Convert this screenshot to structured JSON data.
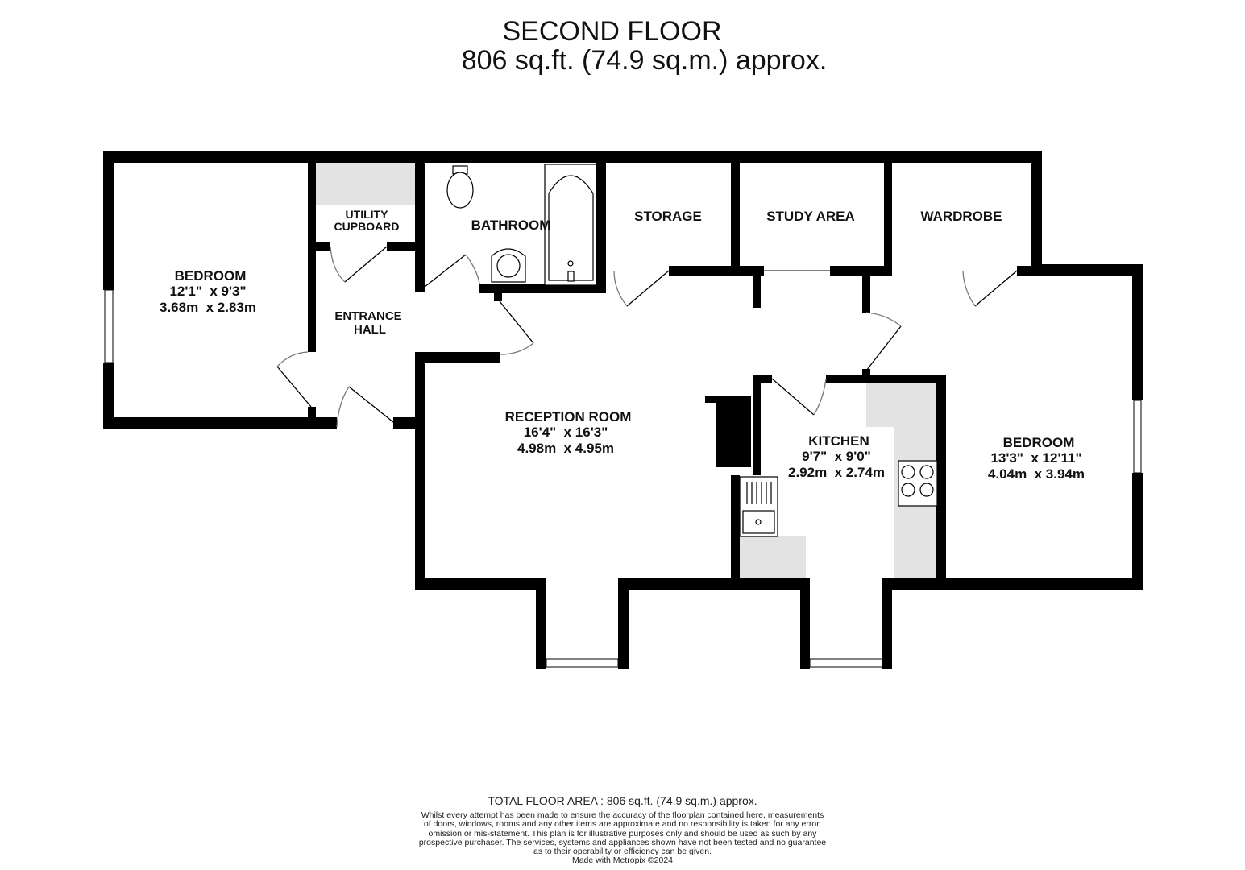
{
  "header": {
    "title": "SECOND FLOOR",
    "area": "806 sq.ft. (74.9 sq.m.) approx."
  },
  "rooms": [
    {
      "name": "BEDROOM",
      "imperial": "12'1\"  x 9'3\"",
      "metric": "3.68m  x 2.83m"
    },
    {
      "name_line1": "UTILITY",
      "name_line2": "CUPBOARD"
    },
    {
      "name": "BATHROOM"
    },
    {
      "name": "STORAGE"
    },
    {
      "name": "STUDY AREA"
    },
    {
      "name": "WARDROBE"
    },
    {
      "name_line1": "ENTRANCE",
      "name_line2": "HALL"
    },
    {
      "name": "RECEPTION ROOM",
      "imperial": "16'4\"  x 16'3\"",
      "metric": "4.98m  x 4.95m"
    },
    {
      "name": "KITCHEN",
      "imperial": "9'7\"  x 9'0\"",
      "metric": "2.92m  x 2.74m"
    },
    {
      "name": "BEDROOM",
      "imperial": "13'3\"  x 12'11\"",
      "metric": "4.04m  x 3.94m"
    }
  ],
  "footer": {
    "total": "TOTAL FLOOR AREA : 806 sq.ft. (74.9 sq.m.) approx.",
    "disclaimer": [
      "Whilst every attempt has been made to ensure the accuracy of the floorplan contained here, measurements",
      "of doors, windows, rooms and any other items are approximate and no responsibility is taken for any error,",
      "omission or mis-statement. This plan is for illustrative purposes only and should be used as such by any",
      "prospective purchaser. The services, systems and appliances shown have not been tested and no guarantee",
      "as to their operability or efficiency can be given."
    ],
    "credit": "Made with Metropix ©2024"
  },
  "colors": {
    "wall": "#000000",
    "fixture": "#e3e3e3"
  }
}
